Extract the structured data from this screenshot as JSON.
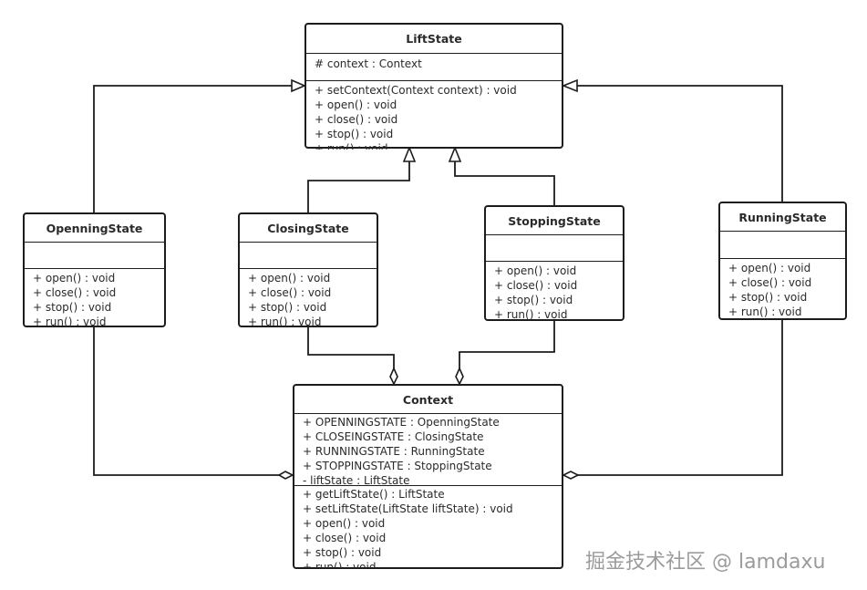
{
  "classes": {
    "liftstate": {
      "name": "LiftState",
      "attributes": [
        "# context : Context"
      ],
      "operations": [
        "+ setContext(Context context) : void",
        "+ open() : void",
        "+ close() : void",
        "+ stop() : void",
        "+ run() : void"
      ]
    },
    "openningstate": {
      "name": "OpenningState",
      "attributes": [],
      "operations": [
        "+ open() : void",
        "+ close() : void",
        "+ stop() : void",
        "+ run() : void"
      ]
    },
    "closingstate": {
      "name": "ClosingState",
      "attributes": [],
      "operations": [
        "+ open() : void",
        "+ close() : void",
        "+ stop() : void",
        "+ run() : void"
      ]
    },
    "stoppingstate": {
      "name": "StoppingState",
      "attributes": [],
      "operations": [
        "+ open() : void",
        "+ close() : void",
        "+ stop() : void",
        "+ run() : void"
      ]
    },
    "runningstate": {
      "name": "RunningState",
      "attributes": [],
      "operations": [
        "+ open() : void",
        "+ close() : void",
        "+ stop() : void",
        "+ run() : void"
      ]
    },
    "context": {
      "name": "Context",
      "attributes": [
        "+ OPENNINGSTATE : OpenningState",
        "+ CLOSEINGSTATE : ClosingState",
        "+ RUNNINGSTATE : RunningState",
        "+ STOPPINGSTATE : StoppingState",
        "- liftState : LiftState"
      ],
      "operations": [
        "+ getLiftState() : LiftState",
        "+ setLiftState(LiftState liftState) : void",
        "+ open() : void",
        "+ close() : void",
        "+ stop() : void",
        "+ run() : void"
      ]
    }
  },
  "watermark": "掘金技术社区 @ lamdaxu"
}
